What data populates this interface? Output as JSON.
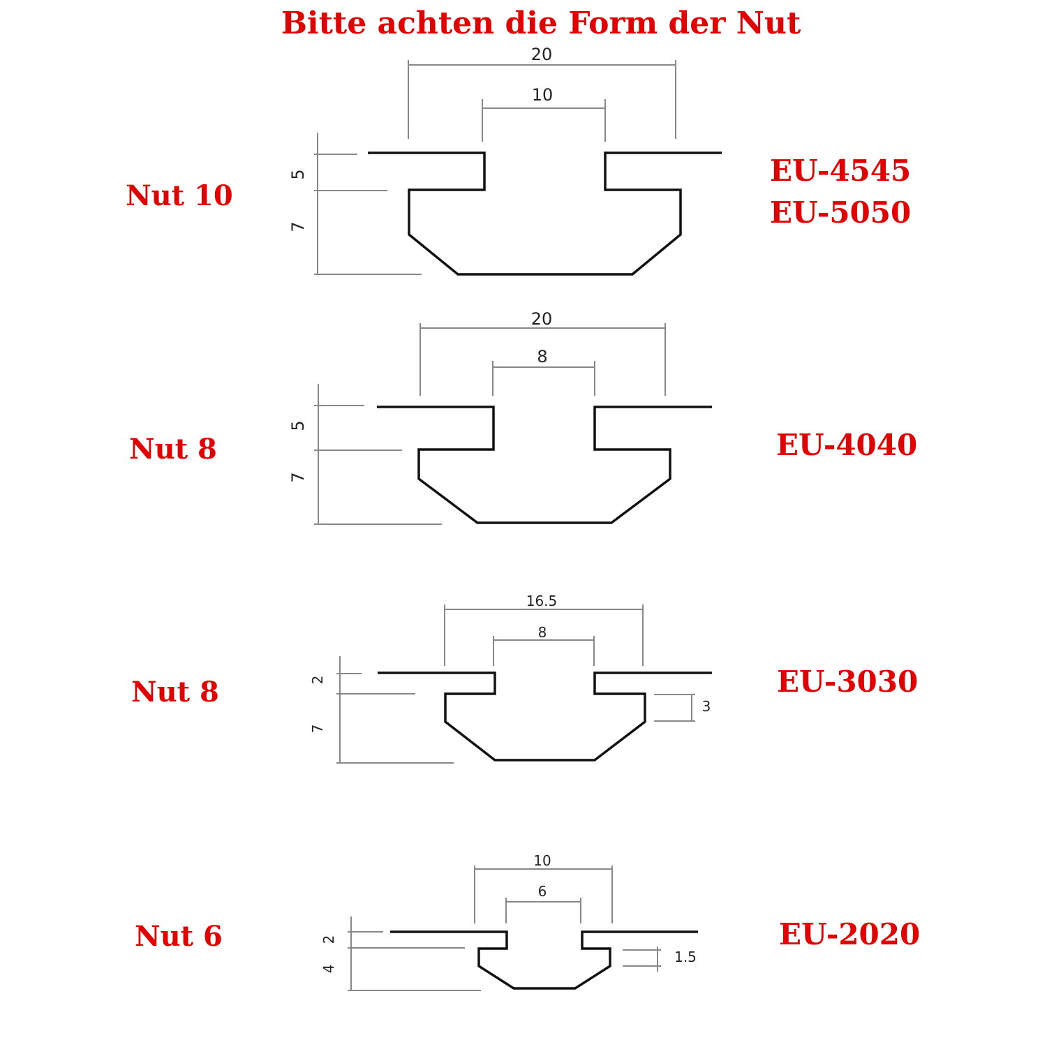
{
  "title": "Bitte achten die Form der Nut",
  "slots": [
    {
      "nut_label": "Nut 10",
      "profiles": [
        "EU-4545",
        "EU-5050"
      ],
      "dimensions": {
        "outer_width": "20",
        "slot_width": "10",
        "lip_depth": "5",
        "body_depth": "7"
      }
    },
    {
      "nut_label": "Nut 8",
      "profiles": [
        "EU-4040"
      ],
      "dimensions": {
        "outer_width": "20",
        "slot_width": "8",
        "lip_depth": "5",
        "body_depth": "7"
      }
    },
    {
      "nut_label": "Nut 8",
      "profiles": [
        "EU-3030"
      ],
      "dimensions": {
        "outer_width": "16.5",
        "slot_width": "8",
        "lip_depth": "2",
        "body_depth": "7",
        "side_depth": "3"
      }
    },
    {
      "nut_label": "Nut 6",
      "profiles": [
        "EU-2020"
      ],
      "dimensions": {
        "outer_width": "10",
        "slot_width": "6",
        "lip_depth": "2",
        "body_depth": "4",
        "side_depth": "1.5"
      }
    }
  ]
}
